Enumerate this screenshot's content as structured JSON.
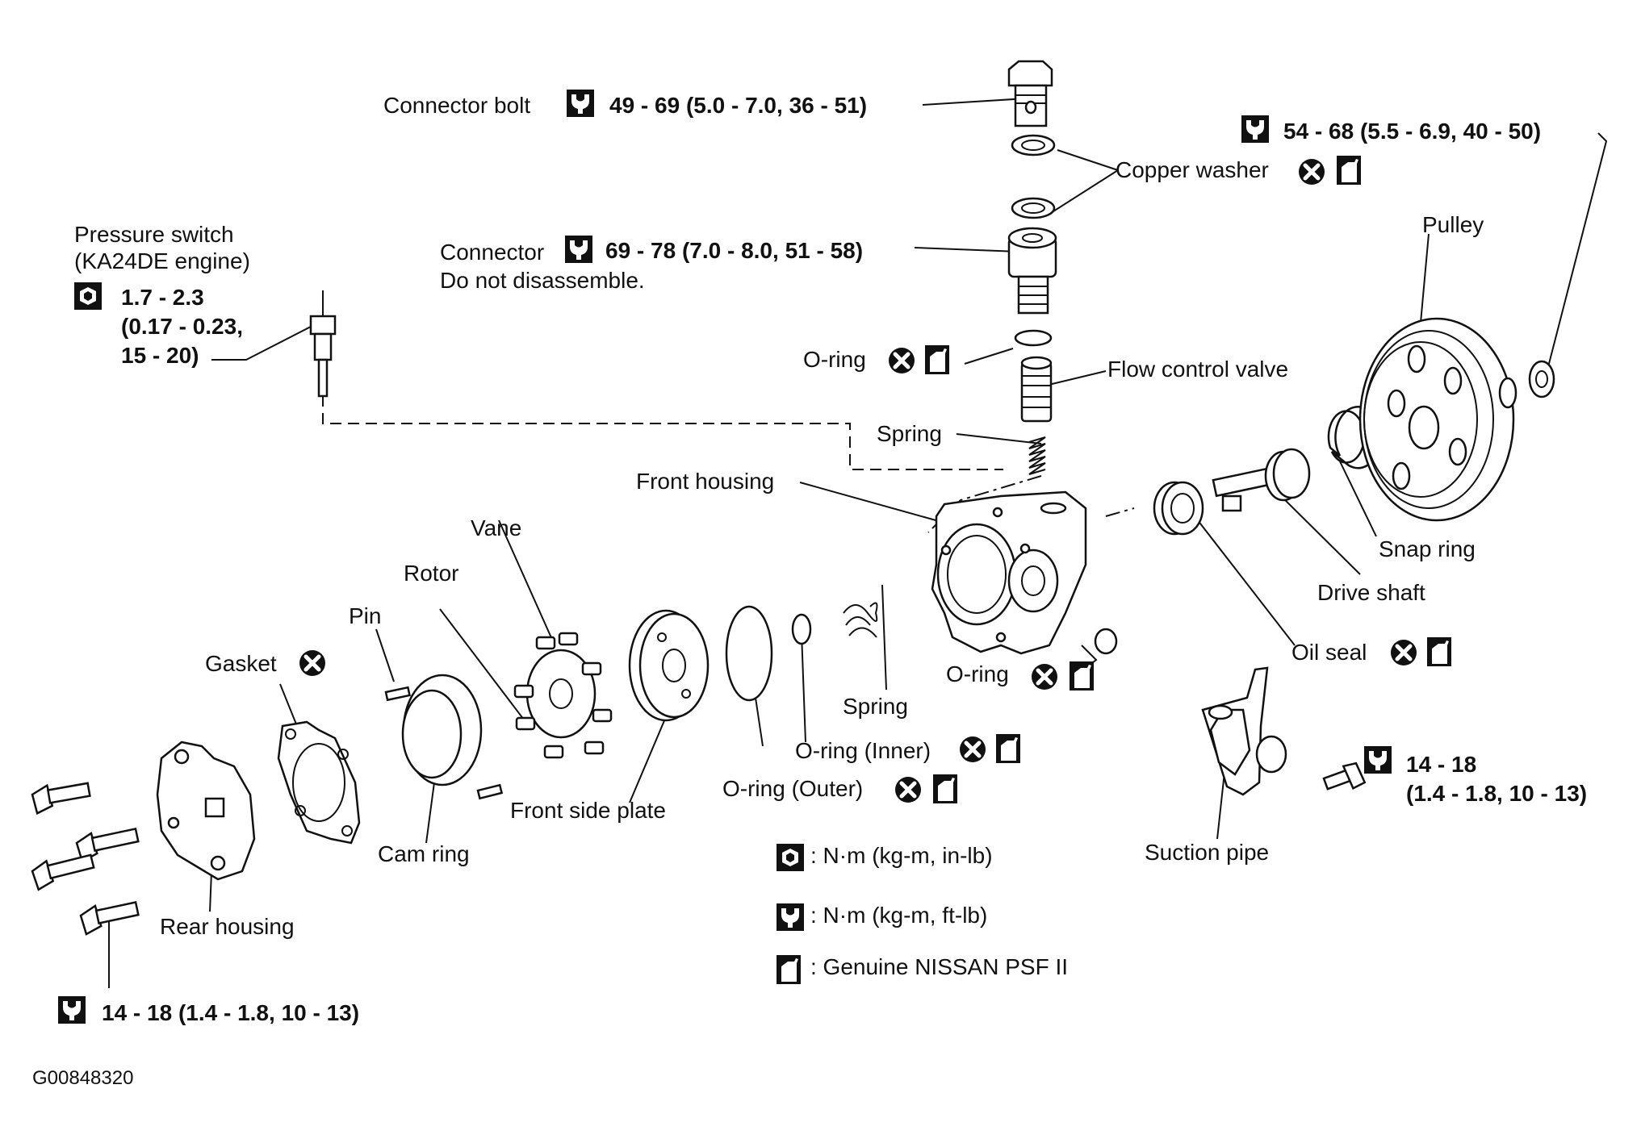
{
  "labels": {
    "connector_bolt": "Connector bolt",
    "connector_bolt_torque": "49 - 69 (5.0 - 7.0, 36 - 51)",
    "nut_torque": "54 - 68 (5.5 - 6.9, 40 - 50)",
    "copper_washer": "Copper washer",
    "pressure_switch_1": "Pressure switch",
    "pressure_switch_2": "(KA24DE engine)",
    "pressure_switch_torque_1": "1.7 - 2.3",
    "pressure_switch_torque_2": "(0.17 - 0.23,",
    "pressure_switch_torque_3": "15 - 20)",
    "connector": "Connector",
    "connector_torque": "69 - 78 (7.0 - 8.0, 51 - 58)",
    "do_not_disassemble": "Do not disassemble.",
    "pulley": "Pulley",
    "o_ring_top": "O-ring",
    "flow_control_valve": "Flow control valve",
    "spring_top": "Spring",
    "front_housing": "Front housing",
    "snap_ring": "Snap ring",
    "drive_shaft": "Drive shaft",
    "vane": "Vane",
    "rotor": "Rotor",
    "pin": "Pin",
    "gasket": "Gasket",
    "o_ring_mid": "O-ring",
    "oil_seal": "Oil seal",
    "spring_mid": "Spring",
    "o_ring_inner": "O-ring (Inner)",
    "o_ring_outer": "O-ring (Outer)",
    "front_side_plate": "Front side plate",
    "cam_ring": "Cam ring",
    "rear_housing": "Rear housing",
    "suction_pipe": "Suction pipe",
    "suction_torque_1": "14 - 18",
    "suction_torque_2": "(1.4 - 1.8, 10 - 13)",
    "rear_bolt_torque": "14 - 18 (1.4 - 1.8, 10 - 13)",
    "figure_code": "G00848320"
  },
  "legend": {
    "item1": ": N·m (kg-m, in-lb)",
    "item2": ": N·m (kg-m, ft-lb)",
    "item3": ": Genuine NISSAN PSF II"
  },
  "icons": {
    "torque_ftlb": "torque-wrench-icon",
    "torque_inlb": "socket-torque-icon",
    "replace": "replace-part-icon",
    "fluid": "fluid-can-icon"
  }
}
